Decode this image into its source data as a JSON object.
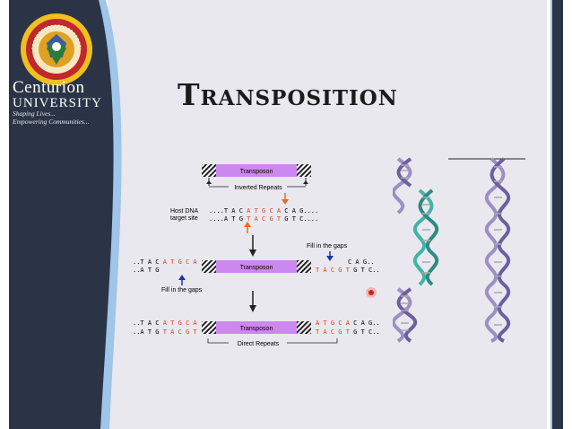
{
  "colors": {
    "sidebar": "#2b3447",
    "content_bg": "#e8e8ee",
    "accent_line": "#9fc5e8",
    "transposon_fill": "#cc88ee",
    "red_base": "#e2401c",
    "arrow_orange": "#ee6a1a",
    "arrow_blue": "#2233aa"
  },
  "brand": {
    "name_line1": "Centurion",
    "name_line2": "UNIVERSITY",
    "tagline_1": "Shaping Lives...",
    "tagline_2": "Empowering Communities..."
  },
  "slide": {
    "title": "Transposition"
  },
  "diagram": {
    "transposon_label": "Transposon",
    "inverted_repeats": "Inverted Repeats",
    "host_dna_line1": "Host DNA",
    "host_dna_line2": "target site",
    "host_top_prefix": "....T A C ",
    "host_top_red": "A T G C A",
    "host_top_suffix": " C A G....",
    "host_bot_prefix": "....A T G ",
    "host_bot_red": "T A C G T",
    "host_bot_suffix": " G T C....",
    "fill_gaps_top": "Fill in the gaps",
    "fill_gaps_bottom": "Fill in the gaps",
    "step2_left_top_prefix": "..T A C ",
    "step2_left_top_red": "A T G C A",
    "step2_left_bot": "..A T G",
    "step2_right_top": "C A G..",
    "step2_right_bot_red": "T A C G T",
    "step2_right_bot_suffix": " G T C..",
    "step3_left_top_prefix": "..T A C ",
    "step3_left_top_red": "A T G C A",
    "step3_left_bot_prefix": "..A T G ",
    "step3_left_bot_red": "T A C G T",
    "step3_right_top_red": "A T G C A",
    "step3_right_top_suffix": " C A G..",
    "step3_right_bot_red": "T A C G T",
    "step3_right_bot_suffix": " G T C..",
    "direct_repeats": "Direct Repeats"
  }
}
